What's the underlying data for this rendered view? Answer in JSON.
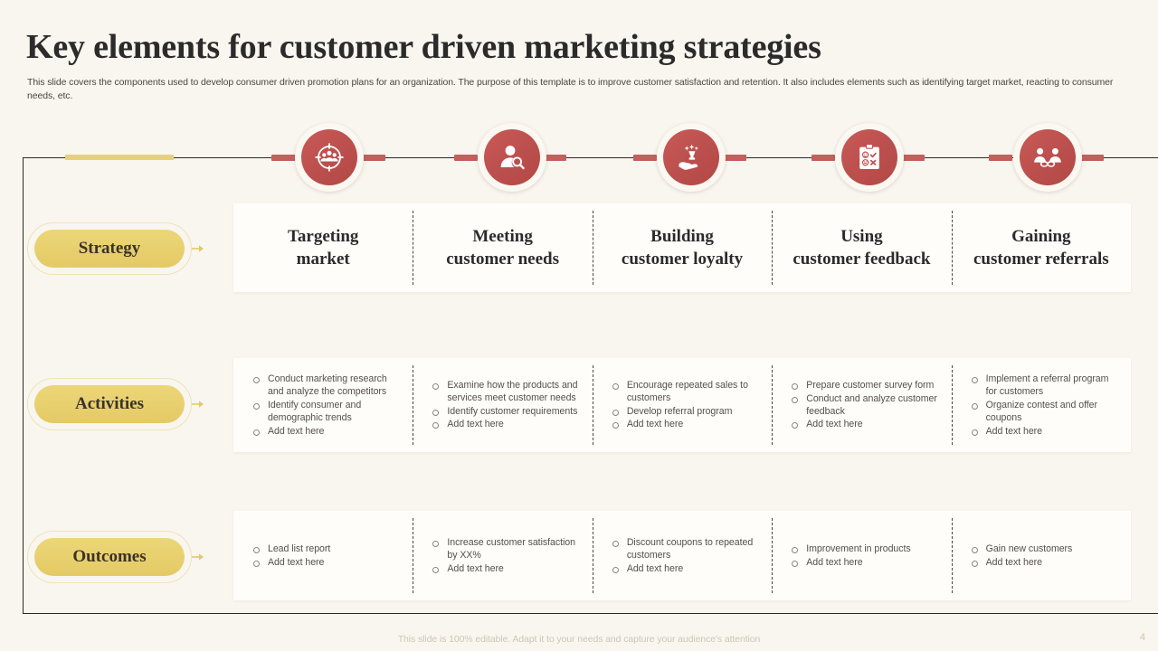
{
  "header": {
    "title": "Key elements for customer driven marketing strategies",
    "subtitle": "This slide covers the components used to develop consumer driven promotion plans for an organization. The purpose of this template is to improve customer satisfaction and retention. It also includes elements such as identifying target market, reacting to  consumer needs, etc."
  },
  "colors": {
    "background": "#f9f6ef",
    "accent_red": "#c2605c",
    "accent_yellow": "#e5d07f",
    "card_background": "#fffdfa",
    "text_dark": "#2b2b2b",
    "text_body": "#55504b"
  },
  "row_labels": [
    {
      "label": "Strategy",
      "name": "strategy"
    },
    {
      "label": "Activities",
      "name": "activities"
    },
    {
      "label": "Outcomes",
      "name": "outcomes"
    }
  ],
  "icons": [
    {
      "name": "target-audience-icon",
      "alt": "target with group of people"
    },
    {
      "name": "customer-search-icon",
      "alt": "person with magnifying glass"
    },
    {
      "name": "hand-award-icon",
      "alt": "hand holding award with stars"
    },
    {
      "name": "survey-clipboard-icon",
      "alt": "clipboard with smiley check and cross"
    },
    {
      "name": "referral-partners-icon",
      "alt": "two people linked by chain"
    }
  ],
  "columns": [
    {
      "strategy": "Targeting\nmarket",
      "strategy_line1": "Targeting",
      "strategy_line2": "market",
      "activities": [
        "Conduct marketing research and analyze the competitors",
        "Identify consumer and demographic trends",
        "Add text here"
      ],
      "outcomes": [
        "Lead list report",
        "Add text here"
      ]
    },
    {
      "strategy_line1": "Meeting",
      "strategy_line2": "customer needs",
      "activities": [
        "Examine how the products and services meet customer needs",
        "Identify customer requirements",
        "Add text here"
      ],
      "outcomes": [
        "Increase customer satisfaction by XX%",
        "Add text here"
      ]
    },
    {
      "strategy_line1": "Building",
      "strategy_line2": "customer loyalty",
      "activities": [
        "Encourage repeated sales to customers",
        "Develop referral program",
        "Add text here"
      ],
      "outcomes": [
        "Discount coupons to repeated customers",
        "Add text here"
      ]
    },
    {
      "strategy_line1": "Using",
      "strategy_line2": "customer feedback",
      "activities": [
        "Prepare customer survey form",
        "Conduct and analyze customer feedback",
        "Add text here"
      ],
      "outcomes": [
        "Improvement in products",
        "Add text here"
      ]
    },
    {
      "strategy_line1": "Gaining",
      "strategy_line2": "customer referrals",
      "activities": [
        "Implement a referral program for customers",
        "Organize contest and offer coupons",
        "Add text here"
      ],
      "outcomes": [
        "Gain new customers",
        "Add text here"
      ]
    }
  ],
  "footer": {
    "note": "This slide is 100% editable. Adapt it to your needs and capture your audience's attention",
    "page_number": "4"
  }
}
